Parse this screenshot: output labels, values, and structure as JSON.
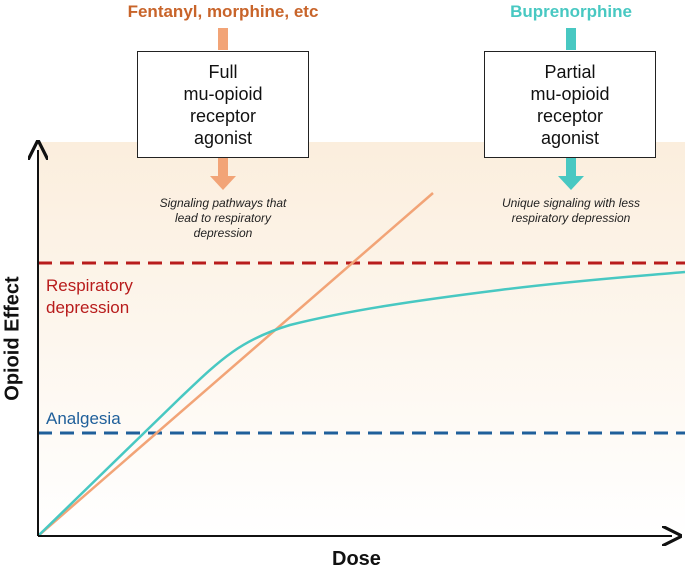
{
  "colors": {
    "full_agonist": "#f2a477",
    "full_agonist_text": "#c8642a",
    "partial_agonist": "#48c8c2",
    "respiratory": "#b81c1c",
    "analgesia": "#1f5f9a",
    "axis": "#111111",
    "background_gradient_top": "#fbeedd",
    "background_gradient_bottom": "#ffffff"
  },
  "drugs": {
    "full": {
      "name": "Fentanyl, morphine, etc",
      "box_lines": [
        "Full",
        "mu-opioid",
        "receptor",
        "agonist"
      ],
      "note_lines": [
        "Signaling pathways that",
        "lead to respiratory",
        "depression"
      ]
    },
    "partial": {
      "name": "Buprenorphine",
      "box_lines": [
        "Partial",
        "mu-opioid",
        "receptor",
        "agonist"
      ],
      "note_lines": [
        "Unique signaling with less",
        "respiratory depression"
      ]
    }
  },
  "levels": {
    "respiratory": {
      "label_lines": [
        "Respiratory",
        "depression"
      ],
      "style": "dashed"
    },
    "analgesia": {
      "label_lines": [
        "Analgesia"
      ],
      "style": "dashed"
    }
  },
  "axes": {
    "x_title": "Dose",
    "y_title": "Opioid Effect"
  },
  "curves": {
    "full_agonist": {
      "shape": "linear, continues rising past respiratory depression"
    },
    "partial_agonist": {
      "shape": "rises linearly then plateaus below respiratory depression"
    }
  }
}
